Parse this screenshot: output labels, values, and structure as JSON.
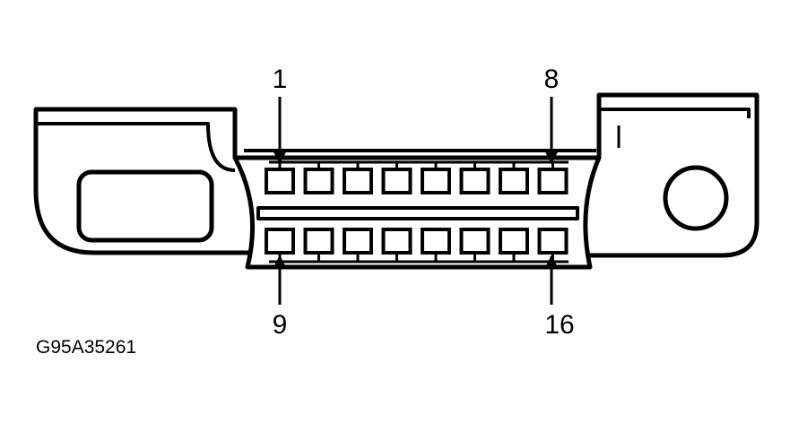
{
  "diagram": {
    "type": "connector-pinout",
    "labels": {
      "pin_1": "1",
      "pin_8": "8",
      "pin_9": "9",
      "pin_16": "16"
    },
    "figure_code": "G95A35261",
    "pins_per_row": 8,
    "rows": 2,
    "colors": {
      "ink": "#000000",
      "paper": "#ffffff"
    }
  }
}
